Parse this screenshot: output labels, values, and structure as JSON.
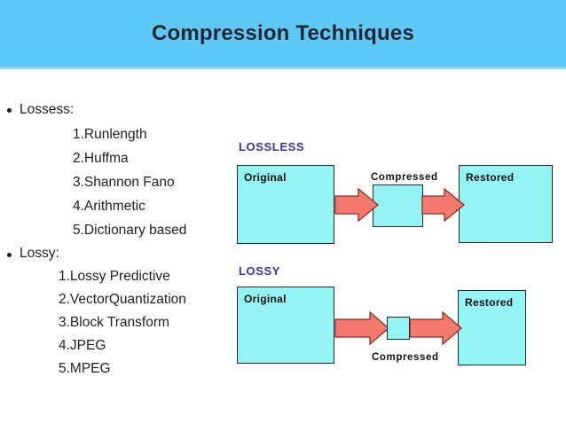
{
  "slide_title": "Compression Techniques",
  "outline": {
    "sections": [
      {
        "header": "Lossess:",
        "items": [
          "1.Runlength",
          "2.Huffma",
          "3.Shannon Fano",
          "4.Arithmetic",
          "5.Dictionary based"
        ]
      },
      {
        "header": "Lossy:",
        "items": [
          "1.Lossy Predictive",
          "2.VectorQuantization",
          "3.Block Transform",
          "4.JPEG",
          "5.MPEG"
        ]
      }
    ]
  },
  "diagram": {
    "lossless": {
      "heading": "LOSSLESS",
      "original_label": "Original",
      "compressed_label": "Compressed",
      "restored_label": "Restored"
    },
    "lossy": {
      "heading": "LOSSY",
      "original_label": "Original",
      "compressed_label": "Compressed",
      "restored_label": "Restored"
    }
  },
  "colors": {
    "title_bar": "#5EC9F6",
    "title_text": "#1E2633",
    "box_fill": "#94F3F3",
    "box_border": "#222B33",
    "arrow_fill": "#F5796E",
    "arrow_outline": "#8A2F28",
    "diagram_heading_text": "#3734A6"
  }
}
